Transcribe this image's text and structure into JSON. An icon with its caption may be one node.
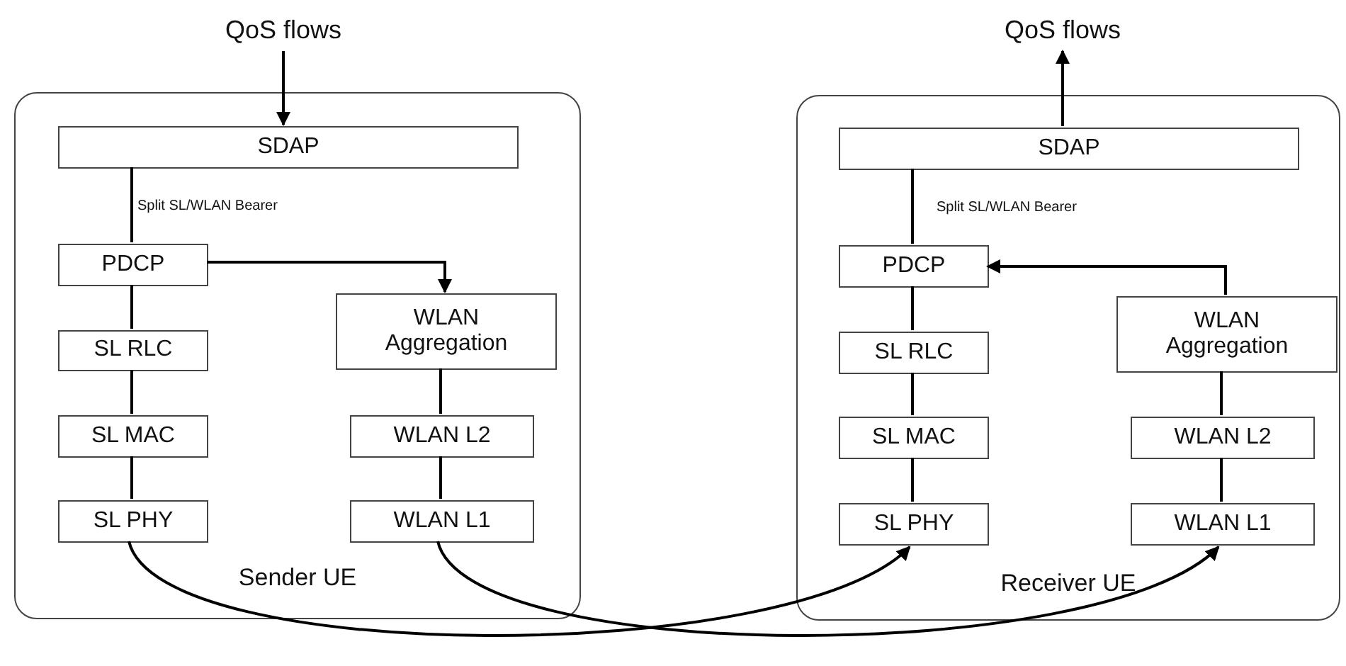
{
  "diagram": {
    "nodes": [
      {
        "text": [
          "QoS flows"
        ]
      },
      {
        "text": [
          "Sender UE"
        ]
      },
      {
        "text": [
          "SDAP"
        ],
        "in": 1
      },
      {
        "text": [
          "PDCP"
        ],
        "in": 1
      },
      {
        "text": [
          "SL RLC"
        ],
        "in": 1
      },
      {
        "text": [
          "SL MAC"
        ],
        "in": 1
      },
      {
        "text": [
          "SL PHY"
        ],
        "in": 1
      },
      {
        "text": [
          "WLAN Aggregation"
        ],
        "in": 1
      },
      {
        "text": [
          "WLAN L2"
        ],
        "in": 1
      },
      {
        "text": [
          "WLAN L1"
        ],
        "in": 1
      },
      {
        "text": [
          "QoS flows"
        ]
      },
      {
        "text": [
          "Receiver UE"
        ]
      },
      {
        "text": [
          "SDAP"
        ],
        "in": 11
      },
      {
        "text": [
          "PDCP"
        ],
        "in": 11
      },
      {
        "text": [
          "SL RLC"
        ],
        "in": 11
      },
      {
        "text": [
          "SL MAC"
        ],
        "in": 11
      },
      {
        "text": [
          "SL PHY"
        ],
        "in": 11
      },
      {
        "text": [
          "WLAN Aggregation"
        ],
        "in": 11
      },
      {
        "text": [
          "WLAN L2"
        ],
        "in": 11
      },
      {
        "text": [
          "WLAN L1"
        ],
        "in": 11
      }
    ],
    "edges": [
      {
        "from": 0,
        "to": 2,
        "arrow": "to"
      },
      {
        "from": 2,
        "to": 3,
        "arrow": "none",
        "label": "Split SL/WLAN Bearer"
      },
      {
        "from": 3,
        "to": 7,
        "arrow": "to"
      },
      {
        "from": 3,
        "to": 4,
        "arrow": "none"
      },
      {
        "from": 4,
        "to": 5,
        "arrow": "none"
      },
      {
        "from": 5,
        "to": 6,
        "arrow": "none"
      },
      {
        "from": 7,
        "to": 8,
        "arrow": "none"
      },
      {
        "from": 8,
        "to": 9,
        "arrow": "none"
      },
      {
        "from": 12,
        "to": 10,
        "arrow": "to"
      },
      {
        "from": 12,
        "to": 13,
        "arrow": "none",
        "label": "Split SL/WLAN Bearer"
      },
      {
        "from": 17,
        "to": 13,
        "arrow": "to"
      },
      {
        "from": 13,
        "to": 14,
        "arrow": "none"
      },
      {
        "from": 14,
        "to": 15,
        "arrow": "none"
      },
      {
        "from": 15,
        "to": 16,
        "arrow": "none"
      },
      {
        "from": 17,
        "to": 18,
        "arrow": "none"
      },
      {
        "from": 18,
        "to": 19,
        "arrow": "none"
      },
      {
        "from": 6,
        "to": 16,
        "arrow": "to"
      },
      {
        "from": 9,
        "to": 19,
        "arrow": "to"
      }
    ]
  }
}
